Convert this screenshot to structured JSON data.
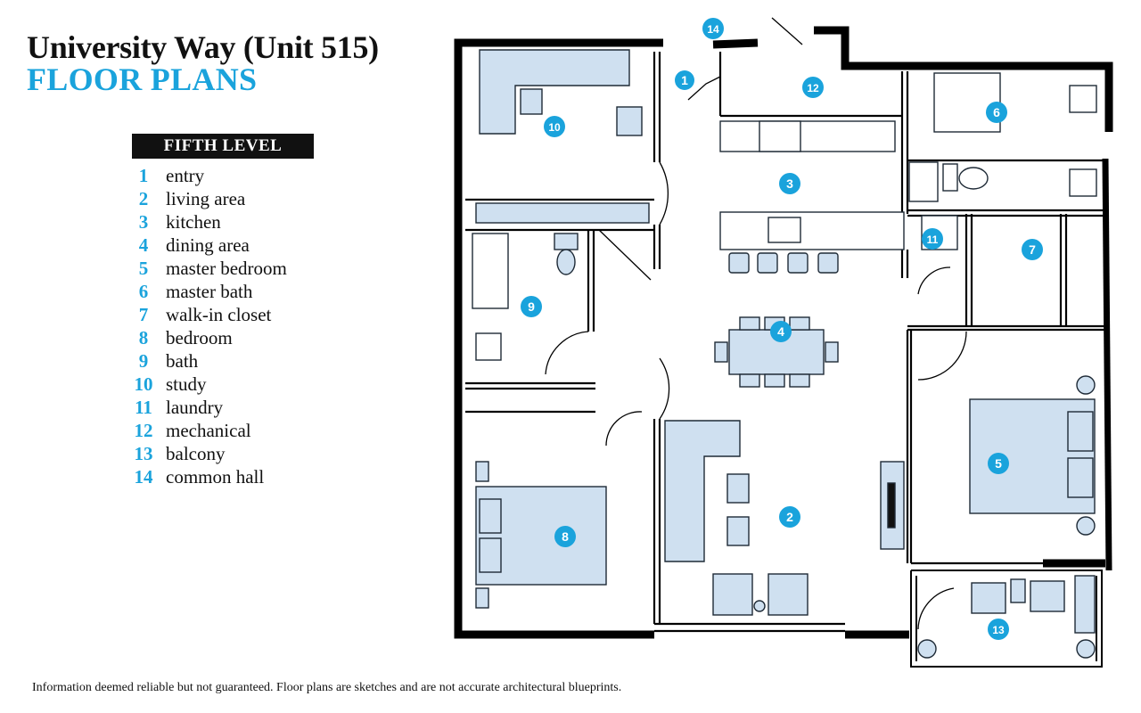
{
  "header": {
    "title": "University Way (Unit 515)",
    "subtitle": "FLOOR PLANS"
  },
  "legend": {
    "level": "FIFTH LEVEL",
    "items": [
      {
        "num": "1",
        "label": "entry"
      },
      {
        "num": "2",
        "label": "living area"
      },
      {
        "num": "3",
        "label": "kitchen"
      },
      {
        "num": "4",
        "label": "dining area"
      },
      {
        "num": "5",
        "label": "master bedroom"
      },
      {
        "num": "6",
        "label": "master bath"
      },
      {
        "num": "7",
        "label": "walk-in closet"
      },
      {
        "num": "8",
        "label": "bedroom"
      },
      {
        "num": "9",
        "label": "bath"
      },
      {
        "num": "10",
        "label": "study"
      },
      {
        "num": "11",
        "label": "laundry"
      },
      {
        "num": "12",
        "label": "mechanical"
      },
      {
        "num": "13",
        "label": "balcony"
      },
      {
        "num": "14",
        "label": "common hall"
      }
    ]
  },
  "plan_markers": [
    "1",
    "2",
    "3",
    "4",
    "5",
    "6",
    "7",
    "8",
    "9",
    "10",
    "11",
    "12",
    "13",
    "14"
  ],
  "colors": {
    "accent": "#1aa3dc",
    "furniture_fill": "#cfe0f0",
    "wall": "#000000"
  },
  "disclaimer": "Information deemed reliable but not guaranteed. Floor plans are sketches and are not accurate architectural blueprints."
}
